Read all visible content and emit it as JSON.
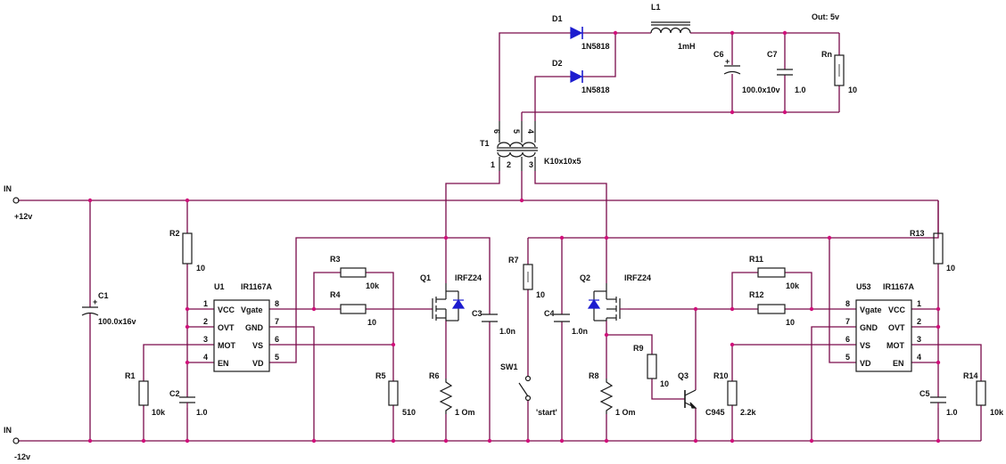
{
  "colors": {
    "wire": "#7a0a4a",
    "component": "#1a1a1a",
    "diode": "#1c1ccf",
    "node": "#d0107a",
    "background": "#ffffff"
  },
  "rails": {
    "in_top": "IN",
    "in_top_v": "+12v",
    "in_bottom": "IN",
    "in_bottom_v": "-12v"
  },
  "output": {
    "label": "Out: 5v"
  },
  "diodes": [
    {
      "ref": "D1",
      "part": "1N5818"
    },
    {
      "ref": "D2",
      "part": "1N5818"
    }
  ],
  "inductor": {
    "ref": "L1",
    "value": "1mH"
  },
  "output_caps": [
    {
      "ref": "C6",
      "value": "100.0x10v"
    },
    {
      "ref": "C7",
      "value": "1.0"
    }
  ],
  "load": {
    "ref": "Rn",
    "value": "10"
  },
  "transformer": {
    "ref": "T1",
    "core": "K10x10x5",
    "pins_top": [
      "6",
      "5",
      "4"
    ],
    "pins_bottom": [
      "1",
      "2",
      "3"
    ]
  },
  "left": {
    "c1": {
      "ref": "C1",
      "value": "100.0x16v"
    },
    "r2": {
      "ref": "R2",
      "value": "10"
    },
    "r1": {
      "ref": "R1",
      "value": "10k"
    },
    "c2": {
      "ref": "C2",
      "value": "1.0"
    },
    "ic": {
      "ref": "U1",
      "part": "IR1167A",
      "left_pins": [
        {
          "num": "1",
          "name": "VCC"
        },
        {
          "num": "2",
          "name": "OVT"
        },
        {
          "num": "3",
          "name": "MOT"
        },
        {
          "num": "4",
          "name": "EN"
        }
      ],
      "right_pins": [
        {
          "num": "8",
          "name": "Vgate"
        },
        {
          "num": "7",
          "name": "GND"
        },
        {
          "num": "6",
          "name": "VS"
        },
        {
          "num": "5",
          "name": "VD"
        }
      ]
    },
    "r3": {
      "ref": "R3",
      "value": "10k"
    },
    "r4": {
      "ref": "R4",
      "value": "10"
    },
    "r5": {
      "ref": "R5",
      "value": "510"
    },
    "q1": {
      "ref": "Q1",
      "part": "IRFZ24"
    },
    "r6": {
      "ref": "R6",
      "value": "1 Om"
    },
    "c3": {
      "ref": "C3",
      "value": "1.0n"
    }
  },
  "middle": {
    "r7": {
      "ref": "R7",
      "value": "10"
    },
    "sw1": {
      "ref": "SW1",
      "label": "'start'"
    },
    "c4": {
      "ref": "C4",
      "value": "1.0n"
    }
  },
  "right": {
    "q2": {
      "ref": "Q2",
      "part": "IRFZ24"
    },
    "r8": {
      "ref": "R8",
      "value": "1 Om"
    },
    "r9": {
      "ref": "R9",
      "value": "10"
    },
    "q3": {
      "ref": "Q3",
      "part": "C945"
    },
    "r10": {
      "ref": "R10",
      "value": "2.2k"
    },
    "r11": {
      "ref": "R11",
      "value": "10k"
    },
    "r12": {
      "ref": "R12",
      "value": "10"
    },
    "ic": {
      "ref": "U53",
      "part": "IR1167A",
      "left_pins": [
        {
          "num": "8",
          "name": "Vgate"
        },
        {
          "num": "7",
          "name": "GND"
        },
        {
          "num": "6",
          "name": "VS"
        },
        {
          "num": "5",
          "name": "VD"
        }
      ],
      "right_pins": [
        {
          "num": "1",
          "name": "VCC"
        },
        {
          "num": "2",
          "name": "OVT"
        },
        {
          "num": "3",
          "name": "MOT"
        },
        {
          "num": "4",
          "name": "EN"
        }
      ]
    },
    "r13": {
      "ref": "R13",
      "value": "10"
    },
    "c5": {
      "ref": "C5",
      "value": "1.0"
    },
    "r14": {
      "ref": "R14",
      "value": "10k"
    }
  }
}
